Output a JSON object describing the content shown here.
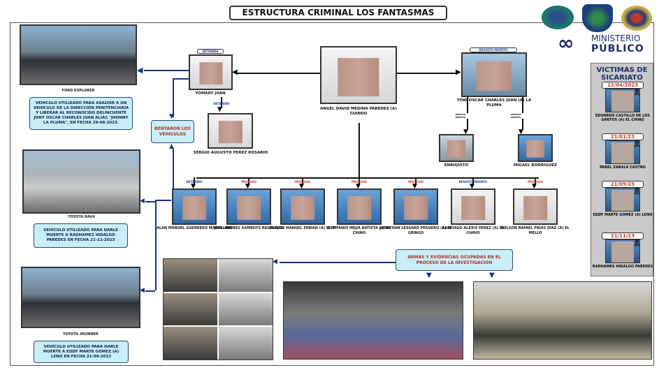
{
  "title": "ESTRUCTURA CRIMINAL LOS FANTASMAS",
  "logo": {
    "line1": "MINISTERIO",
    "line2": "PÚBLICO"
  },
  "vehicles": [
    {
      "caption": "FORD EXPLORER",
      "note": "VEHICULO UTILIZADO PARA ASALTAR A UN VEHÍCULO DE LA DIRECCIÓN PENITENCIARIA Y LIBERAR AL RECONOCIDO DELINCUENTE JONY OSCAR CHARLES JUAN ALIAS \"JHONNY LA PLUMA\", EN FECHA 29-08-2023."
    },
    {
      "caption": "TOYOTA RAV4",
      "note": "VEHÍCULO UTILIZADO PARA DARLE MUERTE A RADHAMES HIDALGO PAREDES EN FECHA 21-11-2023"
    },
    {
      "caption": "TOYOTA 4RUNNER",
      "note": "VEHÍCULO UTILIZADO PARA DARLE MUERTE A EDDY MARTE GÓMEZ (A) LENO EN FECHA 21-09-2023"
    }
  ],
  "rentaron": "RENTARON LOS VEHICULOS",
  "people": {
    "leader": {
      "name": "ANGEL DAVID MEDINA PAREDES (A) GUINDO"
    },
    "yomary": {
      "status": "DETENIDA",
      "name": "YOMARY JUAN"
    },
    "sergio": {
      "status": "DETENIDO",
      "name": "SERGIO AUGUSTO PEREZ ROSARIO"
    },
    "yoni": {
      "status": "RESULTO MUERTO",
      "name": "YONI OSCAR CHARLES JUAN (A) LA PLUMA"
    },
    "enriquito": {
      "status": "RESULTO MUERTO",
      "name": "ENRIQUITO"
    },
    "migael": {
      "status": "RESULTO MUERTO",
      "name": "MIGAEL RODRIGUEZ"
    }
  },
  "members": [
    {
      "status": "DETENIDO",
      "name": "ALAN MANUEL GUERRERO MARCELINO"
    },
    {
      "status": "PROFUGO",
      "name": "JOEL ANDRES SAMBOYS REGALADO"
    },
    {
      "status": "PROFUGO",
      "name": "CARLOS MANUEL FABIAN (A) EL VI"
    },
    {
      "status": "PROFUGO",
      "name": "ESPIFANIO MEJIA BATISTA (A) EL CHINO"
    },
    {
      "status": "PROFUGO",
      "name": "JONATHAN LESSARD PEGUERO (A) EL GRINGO"
    },
    {
      "status": "RESULTO MUERTO",
      "name": "SANTIAGO ALEXIS PEREZ (A) EL CHAVO"
    },
    {
      "status": "PROFUGO",
      "name": "NELSON RAFAEL FRIAS DIAZ (A) EL MELLO"
    }
  ],
  "victims": {
    "title": "VICTIMAS DE SICARIATO",
    "items": [
      {
        "date": "22/04/2023",
        "name": "EDUARDO CASTILLO DE LOS SANTOS (A) EL CHINO"
      },
      {
        "date": "21/01/23",
        "name": "PABEL ZABALA CASTRO"
      },
      {
        "date": "21/09/23",
        "name": "EDDY MARTE GOMEZ (A) LENO"
      },
      {
        "date": "21/11/23",
        "name": "RADHAMES HIDALGO PAREDES"
      }
    ]
  },
  "evidence": {
    "label": "ARMAS Y EVIDENCIAS OCUPADAS EN EL PROCESO DE LA INVESTIGACION"
  }
}
